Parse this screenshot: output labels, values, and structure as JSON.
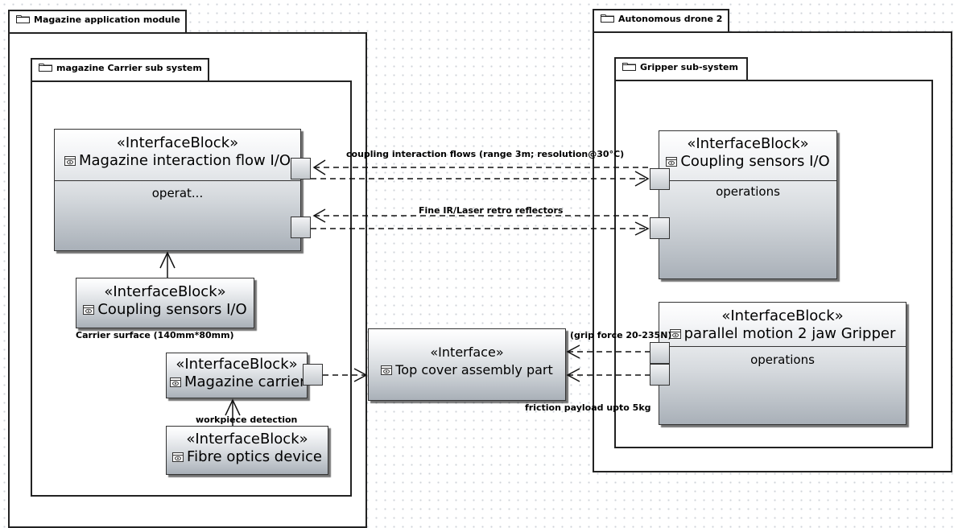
{
  "packages": {
    "magazine_app": "Magazine application module",
    "carrier": "magazine Carrier sub system",
    "drone": "Autonomous drone 2",
    "gripper": "Gripper sub-system"
  },
  "blocks": {
    "mag_flow": {
      "stereo": "«InterfaceBlock»",
      "name": "Magazine interaction flow I/O",
      "compartment": "operat..."
    },
    "coupling_left": {
      "stereo": "«InterfaceBlock»",
      "name": "Coupling sensors I/O"
    },
    "mag_carrier": {
      "stereo": "«InterfaceBlock»",
      "name": "Magazine carrier"
    },
    "fibre": {
      "stereo": "«InterfaceBlock»",
      "name": "Fibre optics device"
    },
    "top_cover": {
      "stereo": "«Interface»",
      "name": "Top cover assembly part"
    },
    "coupling_right": {
      "stereo": "«InterfaceBlock»",
      "name": "Coupling sensors I/O",
      "compartment": "operations"
    },
    "gripper": {
      "stereo": "«InterfaceBlock»",
      "name": "parallel motion 2 jaw Gripper",
      "compartment": "operations"
    }
  },
  "labels": {
    "coupling_flows": "coupling interaction flows (range 3m; resolution@30°C)",
    "retro": "Fine IR/Laser retro reflectors",
    "carrier_surface": "Carrier surface (140mm*80mm)",
    "workpiece": "workpiece detection",
    "grip_force": "(grip force 20-235N)",
    "friction": "friction payload upto 5kg"
  },
  "colors": {
    "line": "#111111",
    "block_top": "#ffffff",
    "block_bottom": "#a9b0b8",
    "grid_dot": "#cfd3d8"
  }
}
